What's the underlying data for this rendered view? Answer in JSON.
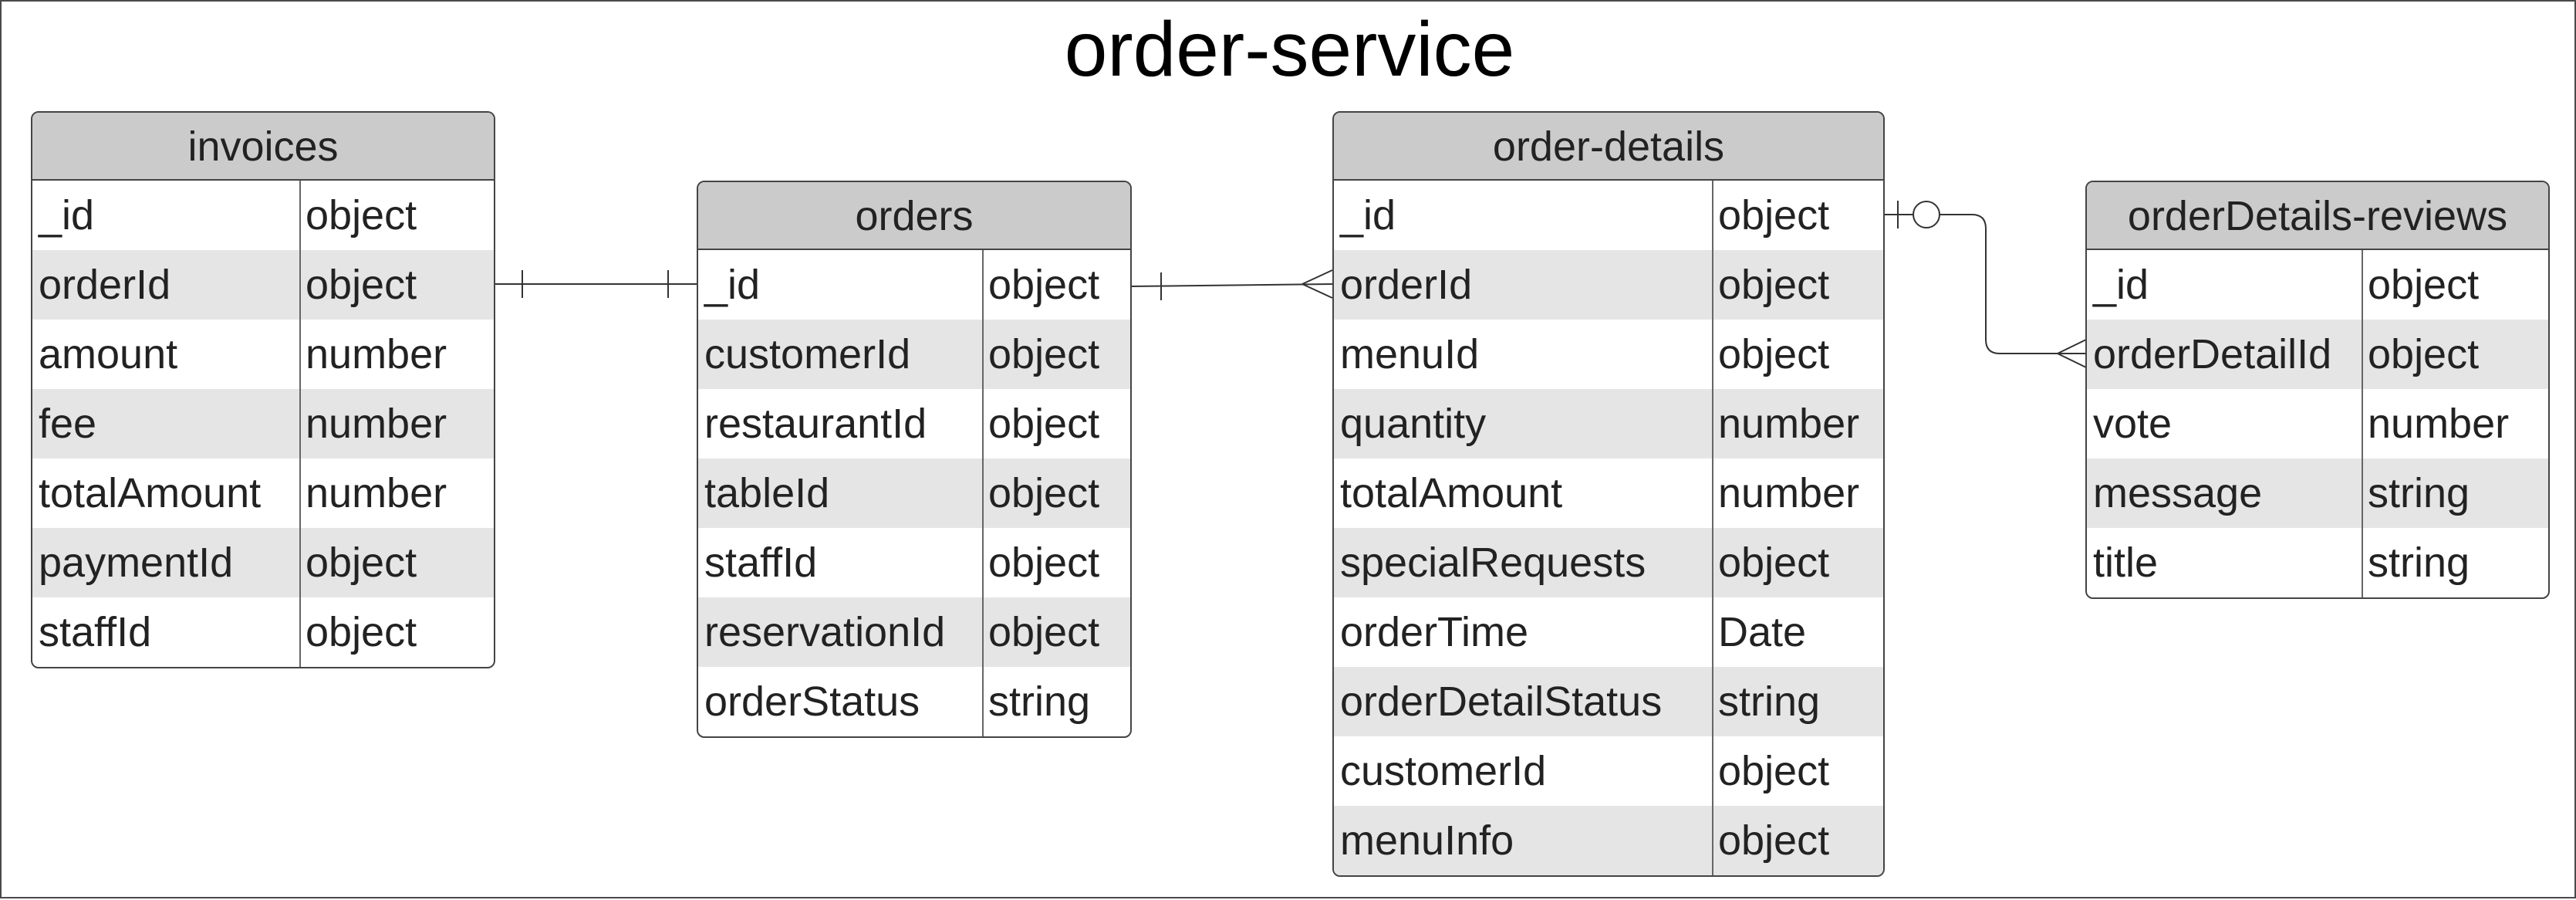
{
  "title": "order-service",
  "entities": [
    {
      "name": "invoices",
      "fields": [
        {
          "name": "_id",
          "type": "object"
        },
        {
          "name": "orderId",
          "type": "object"
        },
        {
          "name": "amount",
          "type": "number"
        },
        {
          "name": "fee",
          "type": "number"
        },
        {
          "name": "totalAmount",
          "type": "number"
        },
        {
          "name": "paymentId",
          "type": "object"
        },
        {
          "name": "staffId",
          "type": "object"
        }
      ]
    },
    {
      "name": "orders",
      "fields": [
        {
          "name": "_id",
          "type": "object"
        },
        {
          "name": "customerId",
          "type": "object"
        },
        {
          "name": "restaurantId",
          "type": "object"
        },
        {
          "name": "tableId",
          "type": "object"
        },
        {
          "name": "staffId",
          "type": "object"
        },
        {
          "name": "reservationId",
          "type": "object"
        },
        {
          "name": "orderStatus",
          "type": "string"
        }
      ]
    },
    {
      "name": "order-details",
      "fields": [
        {
          "name": "_id",
          "type": "object"
        },
        {
          "name": "orderId",
          "type": "object"
        },
        {
          "name": "menuId",
          "type": "object"
        },
        {
          "name": "quantity",
          "type": "number"
        },
        {
          "name": "totalAmount",
          "type": "number"
        },
        {
          "name": "specialRequests",
          "type": "object"
        },
        {
          "name": "orderTime",
          "type": "Date"
        },
        {
          "name": "orderDetailStatus",
          "type": "string"
        },
        {
          "name": "customerId",
          "type": "object"
        },
        {
          "name": "menuInfo",
          "type": "object"
        }
      ]
    },
    {
      "name": "orderDetails-reviews",
      "fields": [
        {
          "name": "_id",
          "type": "object"
        },
        {
          "name": "orderDetailId",
          "type": "object"
        },
        {
          "name": "vote",
          "type": "number"
        },
        {
          "name": "message",
          "type": "string"
        },
        {
          "name": "title",
          "type": "string"
        }
      ]
    }
  ],
  "relationships": [
    {
      "from": "invoices.orderId",
      "to": "orders._id",
      "from_cardinality": "one",
      "to_cardinality": "one"
    },
    {
      "from": "orders._id",
      "to": "order-details.orderId",
      "from_cardinality": "one",
      "to_cardinality": "many"
    },
    {
      "from": "order-details._id",
      "to": "orderDetails-reviews.orderDetailId",
      "from_cardinality": "zero-or-one",
      "to_cardinality": "many"
    }
  ]
}
